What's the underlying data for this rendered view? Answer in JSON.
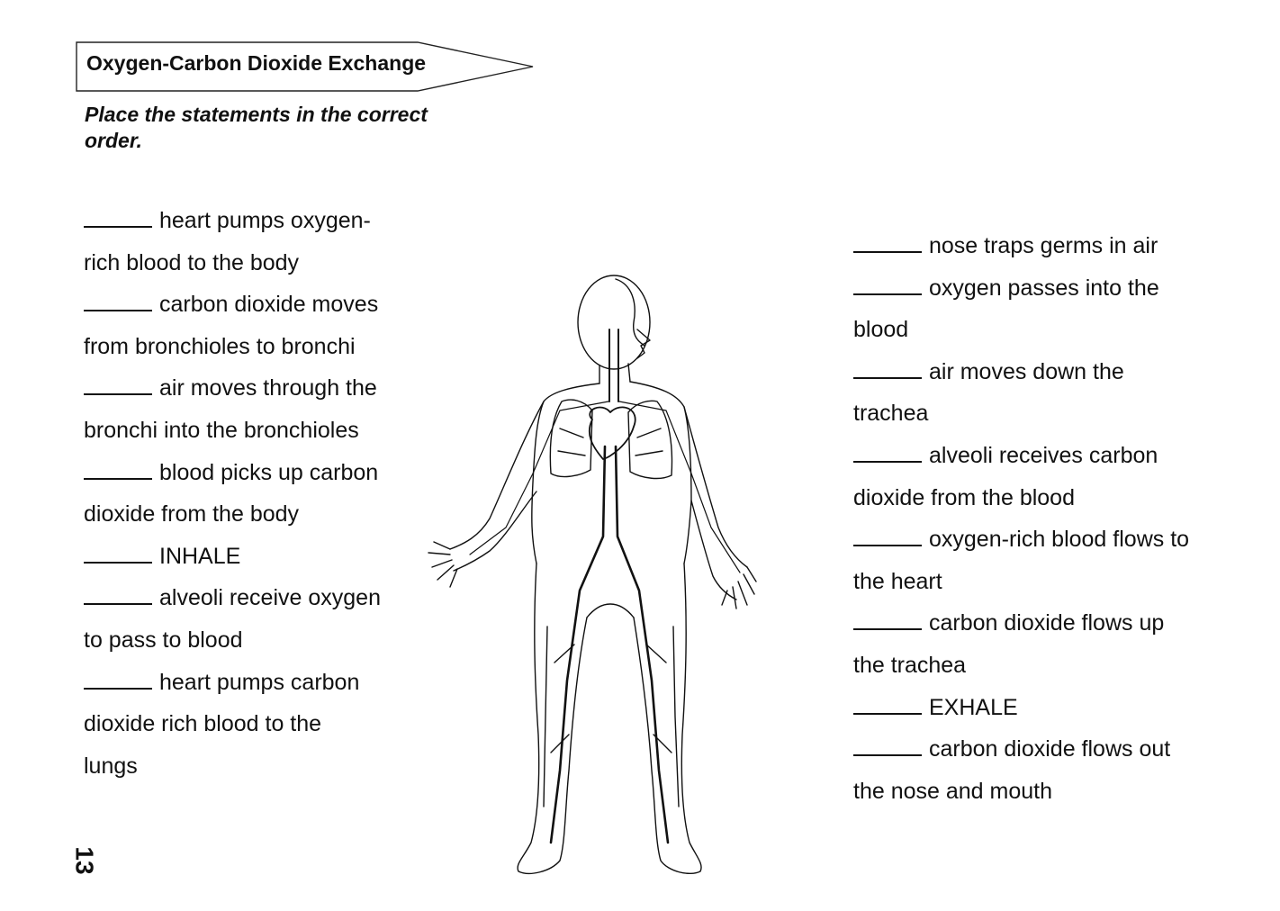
{
  "header": {
    "title": "Oxygen-Carbon Dioxide Exchange",
    "instruction": "Place the statements in the correct order."
  },
  "blank": "_____",
  "left_statements": [
    [
      "heart pumps oxygen-",
      "rich blood to the body"
    ],
    [
      "carbon dioxide moves",
      "from bronchioles to bronchi"
    ],
    [
      "air moves through the",
      "bronchi into the bronchioles"
    ],
    [
      "blood picks up carbon",
      "dioxide from the body"
    ],
    [
      "INHALE"
    ],
    [
      "alveoli receive oxygen",
      "to pass to blood"
    ],
    [
      "heart pumps carbon",
      "dioxide rich blood to the",
      "lungs"
    ]
  ],
  "right_statements": [
    [
      "nose traps germs in air"
    ],
    [
      "oxygen passes into the",
      "blood"
    ],
    [
      "air moves down the",
      "trachea"
    ],
    [
      "alveoli receives carbon",
      "dioxide from the blood"
    ],
    [
      "oxygen-rich blood flows to",
      "the heart"
    ],
    [
      "carbon dioxide flows up",
      "the trachea"
    ],
    [
      "EXHALE"
    ],
    [
      "carbon dioxide flows out",
      "the nose and mouth"
    ]
  ],
  "page_number": "13",
  "illustration": {
    "icon": "human-circulatory-respiratory-system-icon"
  }
}
